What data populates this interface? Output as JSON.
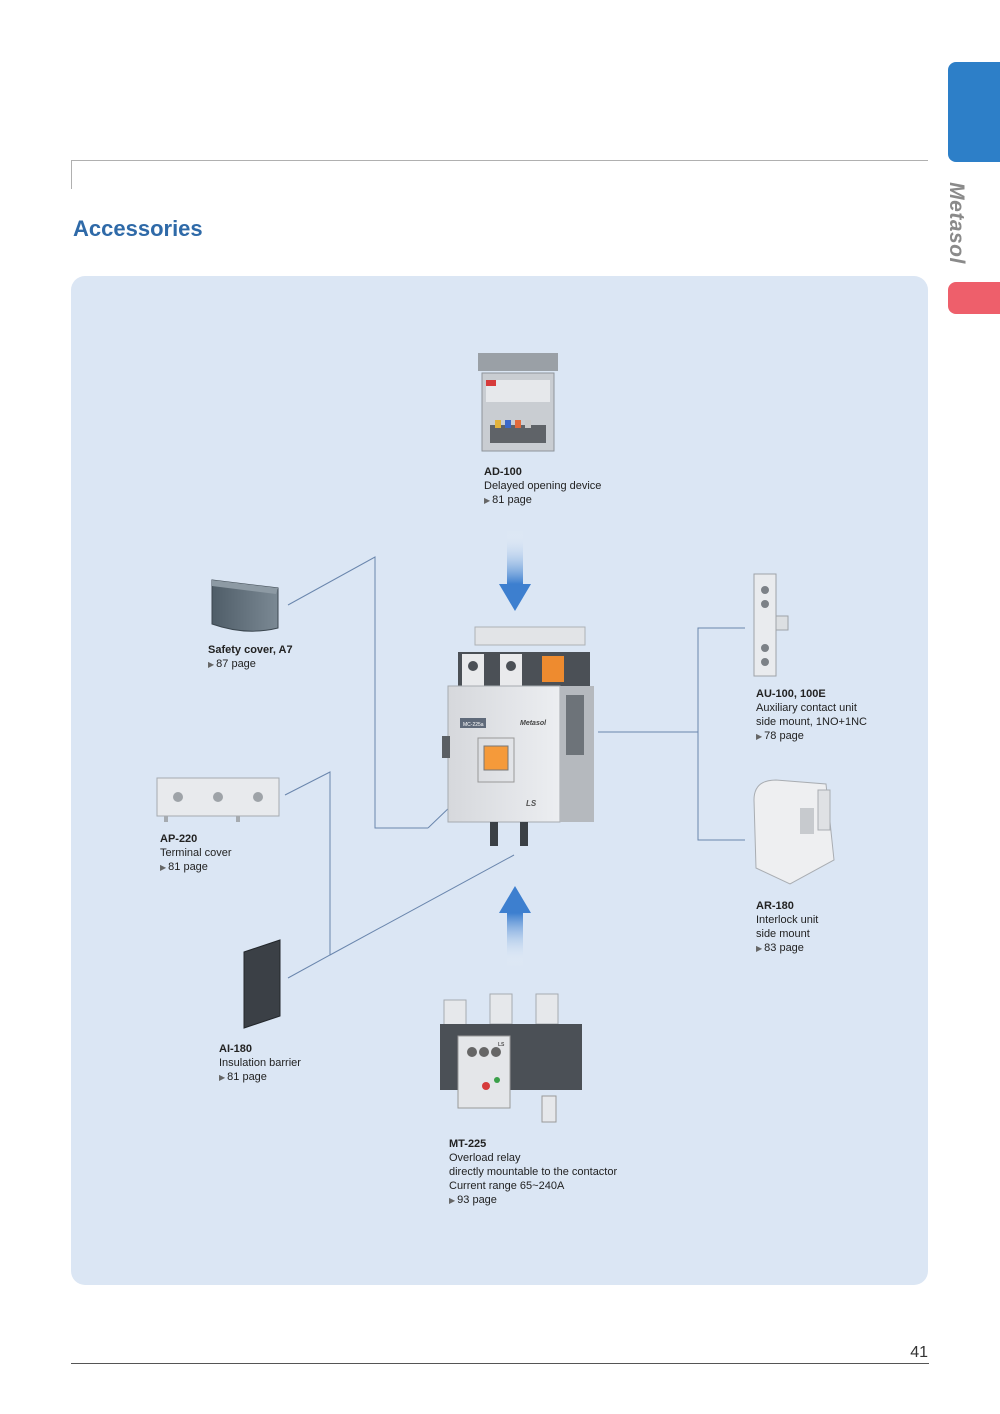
{
  "side_tab": {
    "brand": "Metasol"
  },
  "section": {
    "title": "Accessories"
  },
  "page_number": "41",
  "accessories": {
    "ad100": {
      "name": "AD-100",
      "lines": [
        "Delayed opening device"
      ],
      "ref": "81 page"
    },
    "safety_cover": {
      "name": "Safety cover, A7",
      "lines": [],
      "ref": "87 page"
    },
    "au100": {
      "name": "AU-100, 100E",
      "lines": [
        "Auxiliary contact unit",
        "side mount, 1NO+1NC"
      ],
      "ref": "78 page"
    },
    "ap220": {
      "name": "AP-220",
      "lines": [
        "Terminal cover"
      ],
      "ref": "81 page"
    },
    "ar180": {
      "name": "AR-180",
      "lines": [
        "Interlock unit",
        "side mount"
      ],
      "ref": "83 page"
    },
    "ai180": {
      "name": "AI-180",
      "lines": [
        "Insulation barrier"
      ],
      "ref": "81 page"
    },
    "mt225": {
      "name": "MT-225",
      "lines": [
        "Overload relay",
        "directly mountable to the contactor",
        "Current range 65~240A"
      ],
      "ref": "93 page"
    }
  },
  "product_labels": {
    "contactor_brand": "Metasol",
    "contactor_model": "MC-225a",
    "contactor_logo": "LS",
    "relay_logo": "LS"
  },
  "colors": {
    "accent_blue": "#2d7fc8",
    "accent_red": "#ee5f6b",
    "title_blue": "#2f6aa8",
    "panel_bg": "#dbe6f4",
    "arrow_blue": "#3d7fcf"
  }
}
